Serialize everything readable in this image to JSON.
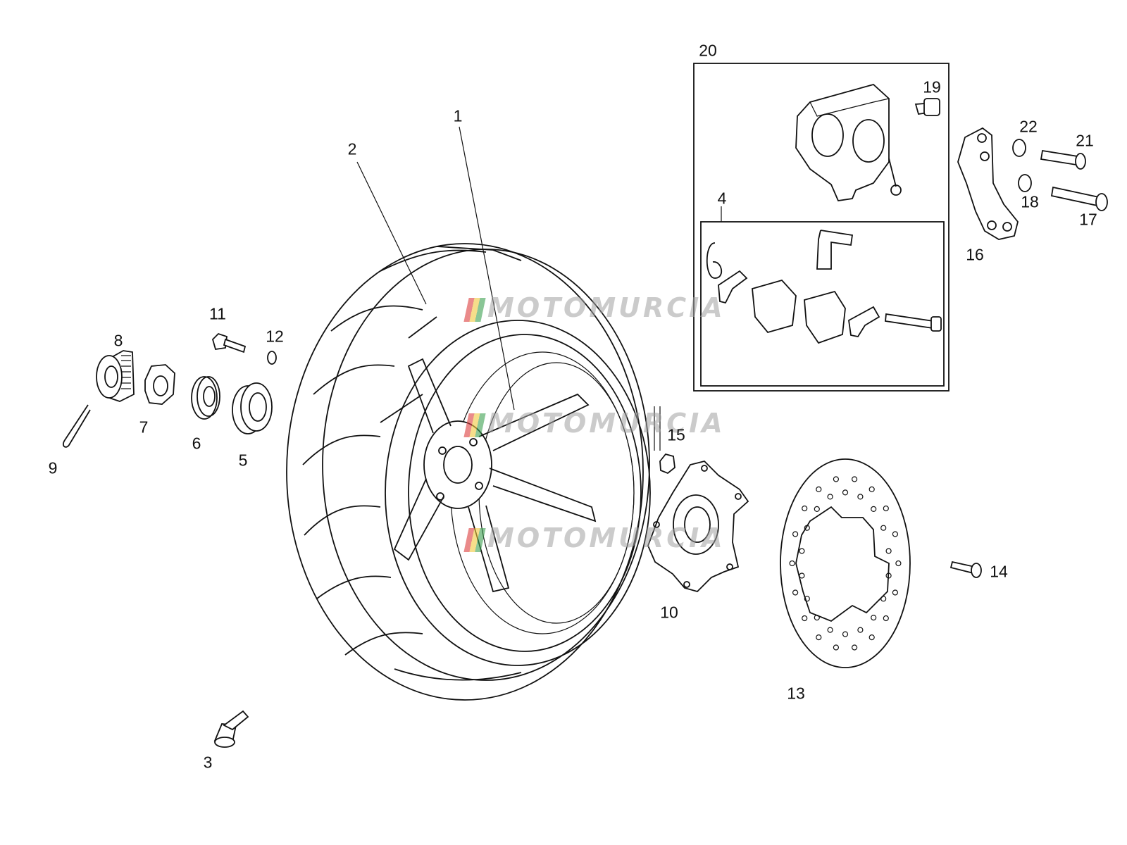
{
  "callouts": [
    {
      "id": "1",
      "text": "1"
    },
    {
      "id": "2",
      "text": "2"
    },
    {
      "id": "3",
      "text": "3"
    },
    {
      "id": "4",
      "text": "4"
    },
    {
      "id": "5",
      "text": "5"
    },
    {
      "id": "6",
      "text": "6"
    },
    {
      "id": "7",
      "text": "7"
    },
    {
      "id": "8",
      "text": "8"
    },
    {
      "id": "9",
      "text": "9"
    },
    {
      "id": "10",
      "text": "10"
    },
    {
      "id": "11",
      "text": "11"
    },
    {
      "id": "12",
      "text": "12"
    },
    {
      "id": "13",
      "text": "13"
    },
    {
      "id": "14",
      "text": "14"
    },
    {
      "id": "15",
      "text": "15"
    },
    {
      "id": "16",
      "text": "16"
    },
    {
      "id": "17",
      "text": "17"
    },
    {
      "id": "18",
      "text": "18"
    },
    {
      "id": "19",
      "text": "19"
    },
    {
      "id": "20",
      "text": "20"
    },
    {
      "id": "21",
      "text": "21"
    },
    {
      "id": "22",
      "text": "22"
    }
  ],
  "watermark": {
    "text": "MOTOMURCIA"
  }
}
